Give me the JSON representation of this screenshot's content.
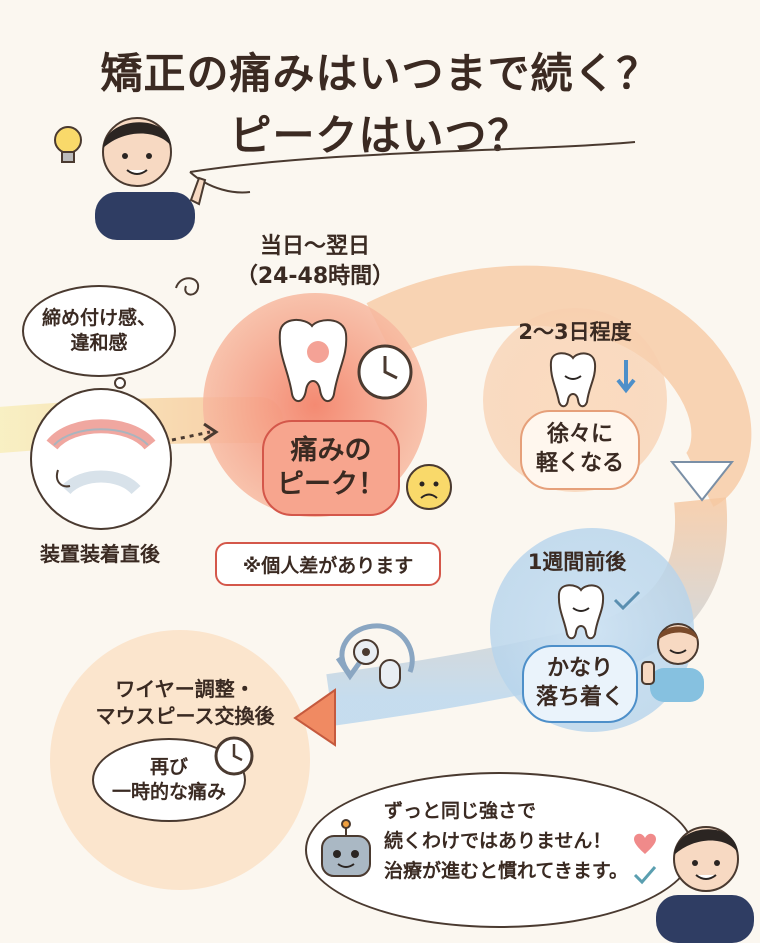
{
  "title": {
    "line1": "矯正の痛みはいつまで続く？",
    "line2": "ピークはいつ？"
  },
  "start": {
    "bubble": "締め付け感、\n違和感",
    "label": "装置装着直後"
  },
  "peak": {
    "time_label": "当日〜翌日\n（24-48時間）",
    "text": "痛みの\nピーク！",
    "note": "※個人差があります"
  },
  "stage2": {
    "time_label": "2〜3日程度",
    "text": "徐々に\n軽くなる"
  },
  "stage3": {
    "time_label": "1週間前後",
    "text": "かなり\n落ち着く"
  },
  "adjust": {
    "label": "ワイヤー調整・\nマウスピース交換後",
    "bubble": "再び\n一時的な痛み"
  },
  "message": {
    "line1": "ずっと同じ強さで",
    "line2": "続くわけではありません！",
    "line3": "治療が進むと慣れてきます。"
  },
  "colors": {
    "peak": "#f08a70",
    "mild": "#f6c7a0",
    "calm": "#a7cdea",
    "accent": "#d4574a",
    "path_start": "#f7e9a8"
  }
}
